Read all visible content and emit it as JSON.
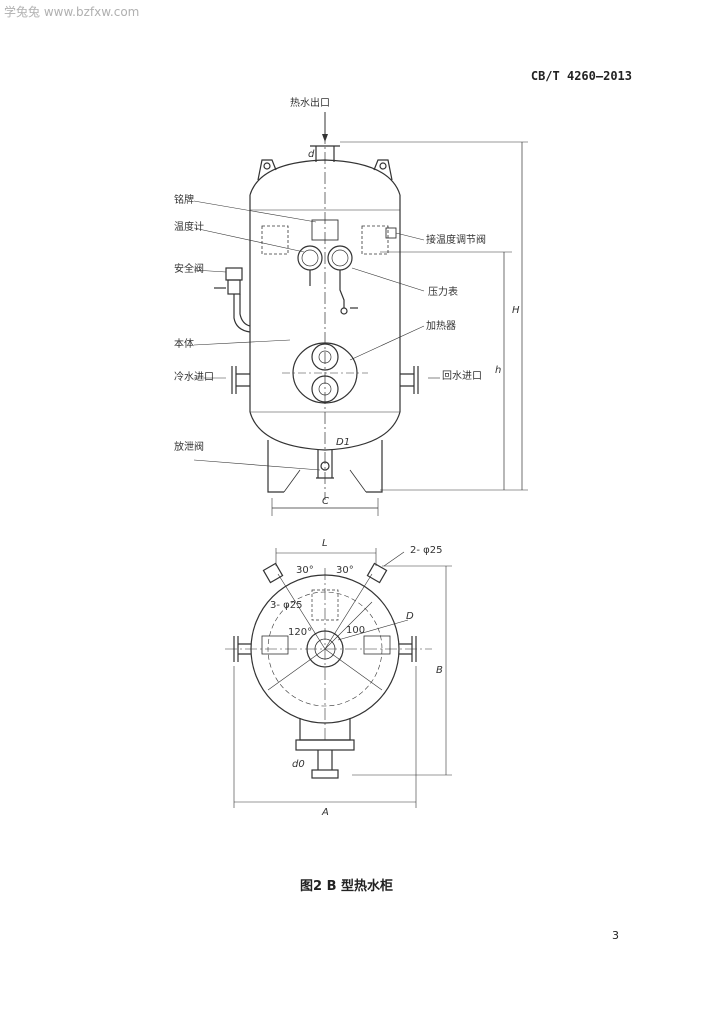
{
  "watermark": "学兔兔 www.bzfxw.com",
  "standard_no": "CB/T 4260—2013",
  "labels": {
    "hot_outlet": "热水出口",
    "nameplate": "铭牌",
    "thermometer": "温度计",
    "safety_valve": "安全阀",
    "body": "本体",
    "cold_inlet": "冷水进口",
    "drain_valve": "放泄阀",
    "temp_regulator": "接温度调节阀",
    "pressure_gauge": "压力表",
    "heater": "加热器",
    "return_inlet": "回水进口"
  },
  "dims": {
    "d": "d",
    "D1": "D1",
    "C": "C",
    "H": "H",
    "h": "h",
    "L": "L",
    "holes2": "2- φ25",
    "holes3": "3- φ25",
    "a30_left": "30°",
    "a30_right": "30°",
    "a120": "120°",
    "a100": "100",
    "D": "D",
    "B": "B",
    "A": "A",
    "d0": "d0"
  },
  "caption": "图2  B 型热水柜",
  "page_number": "3"
}
